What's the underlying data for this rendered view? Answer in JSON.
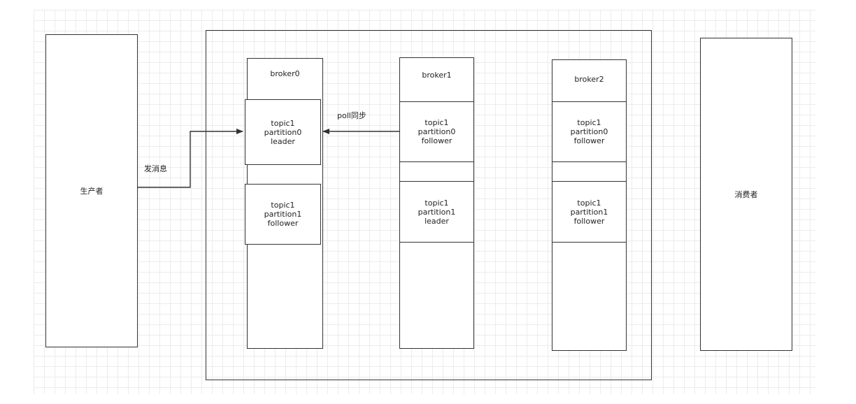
{
  "producer": {
    "label": "生产者"
  },
  "consumer": {
    "label": "消费者"
  },
  "edges": {
    "send": {
      "label": "发消息"
    },
    "poll": {
      "label": "poll同步"
    }
  },
  "brokers": [
    {
      "name": "broker0",
      "partitions": [
        {
          "topic": "topic1",
          "partition": "partition0",
          "role": "leader"
        },
        {
          "topic": "topic1",
          "partition": "partition1",
          "role": "follower"
        }
      ]
    },
    {
      "name": "broker1",
      "partitions": [
        {
          "topic": "topic1",
          "partition": "partition0",
          "role": "follower"
        },
        {
          "topic": "topic1",
          "partition": "partition1",
          "role": "leader"
        }
      ]
    },
    {
      "name": "broker2",
      "partitions": [
        {
          "topic": "topic1",
          "partition": "partition0",
          "role": "follower"
        },
        {
          "topic": "topic1",
          "partition": "partition1",
          "role": "follower"
        }
      ]
    }
  ],
  "colors": {
    "stroke": "#333333",
    "grid": "#ececec"
  }
}
